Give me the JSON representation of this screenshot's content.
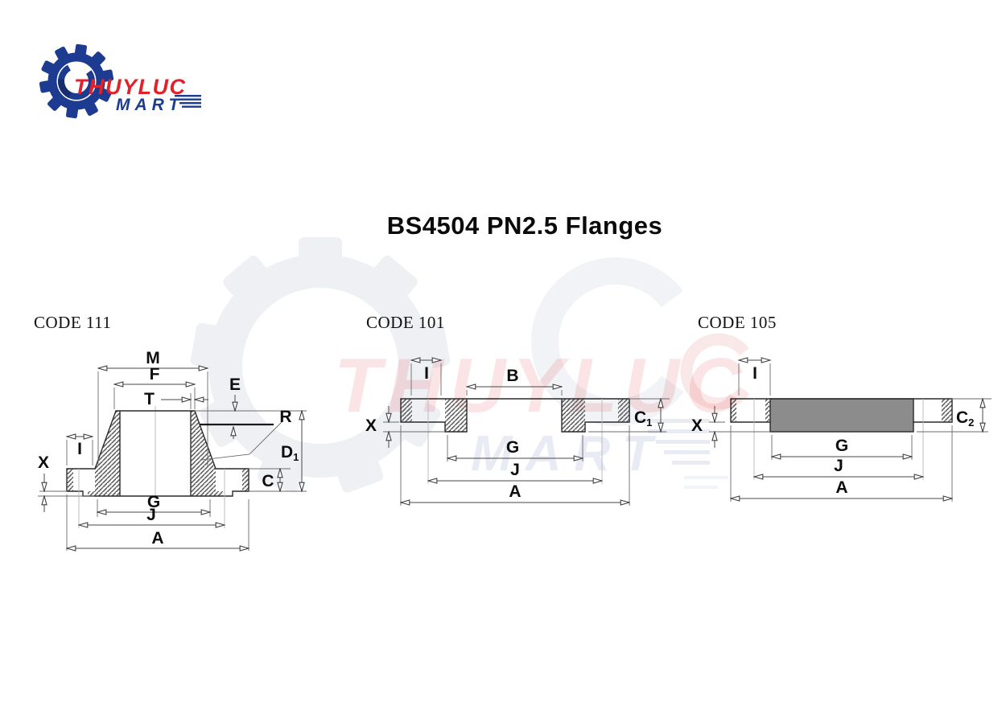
{
  "logo": {
    "brand": "THUYLUC",
    "sub": "MART"
  },
  "title": "BS4504 PN2.5 Flanges",
  "watermark": {
    "brand": "THUYLUC",
    "sub": "MART"
  },
  "diagrams": {
    "code111": {
      "code": "CODE 111",
      "dims": {
        "M": "M",
        "F": "F",
        "T": "T",
        "E": "E",
        "R": "R",
        "D1": {
          "base": "D",
          "sub": "1"
        },
        "I": "I",
        "X": "X",
        "C": "C",
        "G": "G",
        "J": "J",
        "A": "A"
      }
    },
    "code101": {
      "code": "CODE 101",
      "dims": {
        "I": "I",
        "B": "B",
        "X": "X",
        "C1": {
          "base": "C",
          "sub": "1"
        },
        "G": "G",
        "J": "J",
        "A": "A"
      }
    },
    "code105": {
      "code": "CODE 105",
      "dims": {
        "I": "I",
        "X": "X",
        "C2": {
          "base": "C",
          "sub": "2"
        },
        "G": "G",
        "J": "J",
        "A": "A"
      }
    }
  },
  "colors": {
    "brand_blue": "#1d3c91",
    "brand_red": "#e02128",
    "line": "#3a3a3a",
    "hatch": "#5f5f5f",
    "gray_fill": "#8c8c8c"
  }
}
